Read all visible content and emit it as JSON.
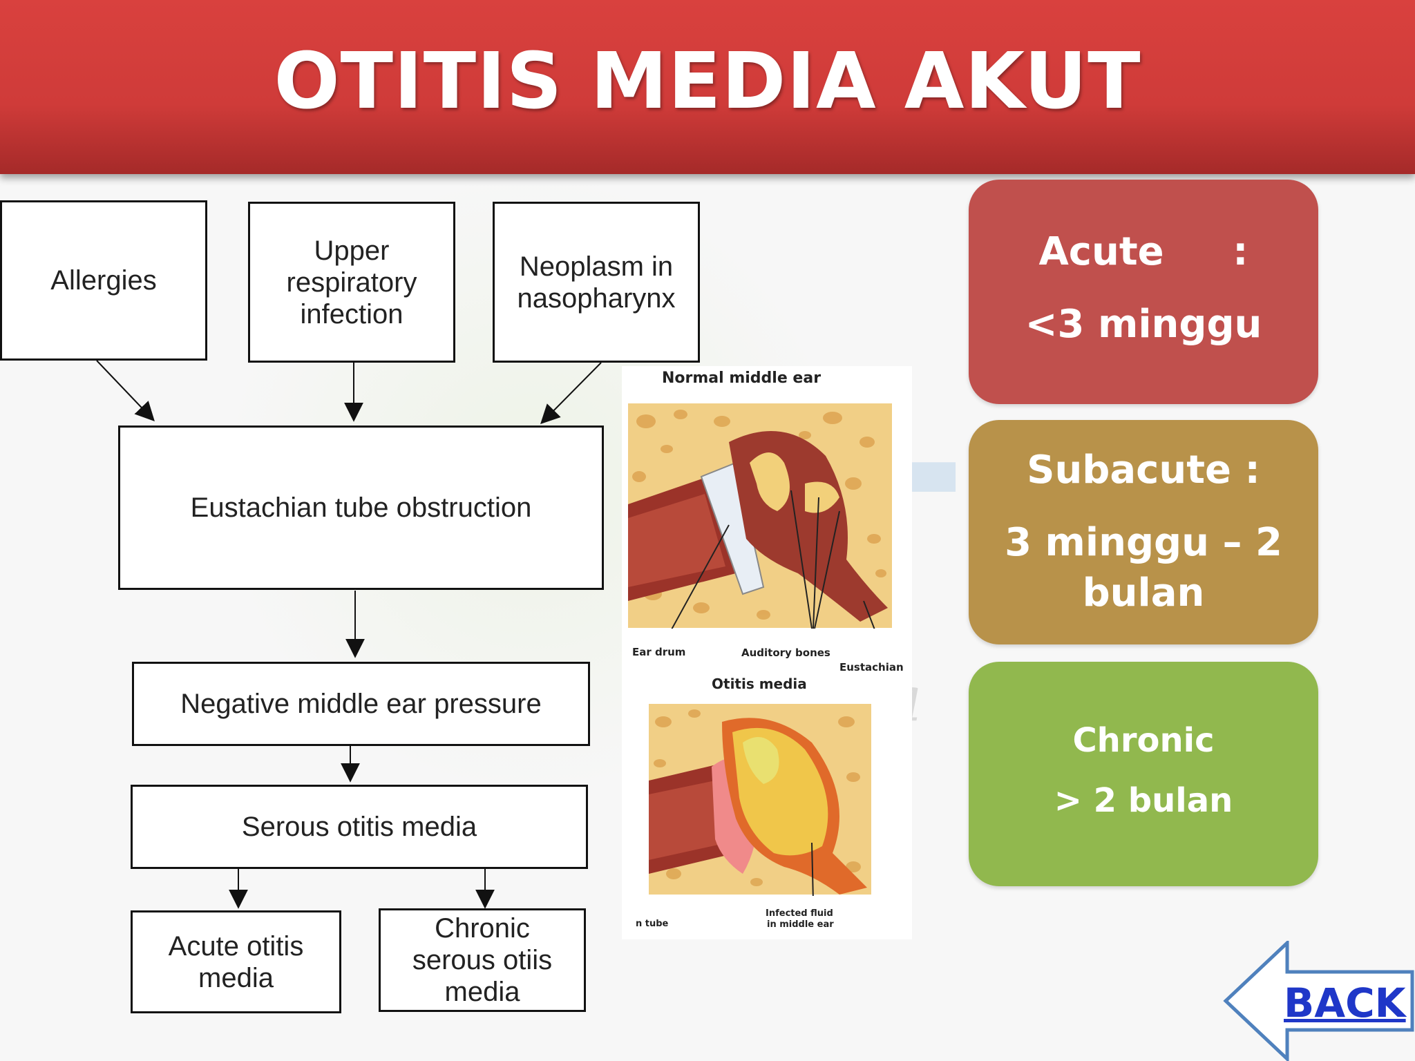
{
  "title": "OTITIS MEDIA AKUT",
  "flowchart": {
    "allergies": "Allergies",
    "uri_line1": "Upper",
    "uri_line2": "respiratory",
    "uri_line3": "infection",
    "neo_line1": "Neoplasm in",
    "neo_line2": "nasopharynx",
    "eustachian": "Eustachian tube obstruction",
    "negative": "Negative middle ear pressure",
    "serous": "Serous otitis media",
    "acute_line1": "Acute otitis",
    "acute_line2": "media",
    "chronic_line1": "Chronic",
    "chronic_line2": "serous otiis",
    "chronic_line3": "media"
  },
  "illustration": {
    "normal_title": "Normal middle ear",
    "ear_drum": "Ear drum",
    "auditory_bones": "Auditory bones",
    "eustachian": "Eustachian",
    "otitis_title": "Otitis media",
    "tube": "n tube",
    "fluid_line1": "Infected fluid",
    "fluid_line2": "in middle ear"
  },
  "classification": {
    "acute_label": "Acute",
    "acute_colon": ":",
    "acute_value": "<3 minggu",
    "subacute_label": "Subacute :",
    "subacute_value_line1": "3 minggu – 2",
    "subacute_value_line2": "bulan",
    "chronic_label": "Chronic",
    "chronic_value": "> 2 bulan",
    "colors": {
      "acute": "#c0504d",
      "subacute": "#b8924a",
      "chronic": "#91b84e"
    }
  },
  "back_button": {
    "label": "BACK"
  }
}
